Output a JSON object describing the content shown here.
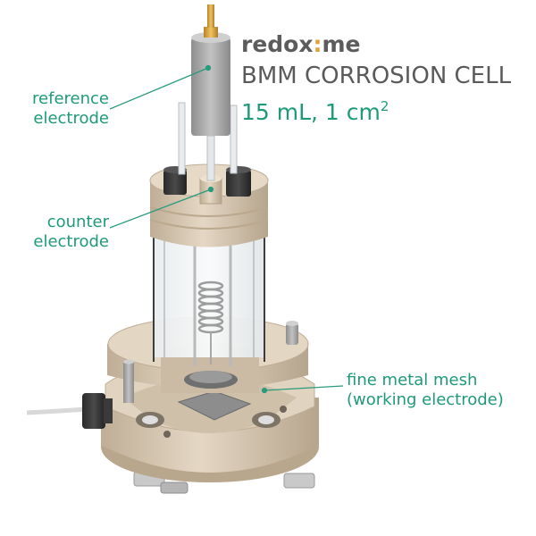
{
  "brand": {
    "name_part1": "redox",
    "name_part2": "me",
    "accent_color": "#e2a03b"
  },
  "heading": {
    "title": "BMM CORROSION CELL",
    "spec_text": "15 mL, 1 cm",
    "spec_superscript": "2"
  },
  "labels": {
    "reference_line1": "reference",
    "reference_line2": "electrode",
    "counter_line1": "counter",
    "counter_line2": "electrode",
    "mesh_line1": "fine metal mesh",
    "mesh_line2": "(working electrode)"
  },
  "colors": {
    "label_green": "#1f9a78",
    "title_gray": "#5a5a5a",
    "body_beige": "#d9cbb7",
    "electrode_gray": "#a6a6a6",
    "pin_gold": "#d9a23c"
  }
}
